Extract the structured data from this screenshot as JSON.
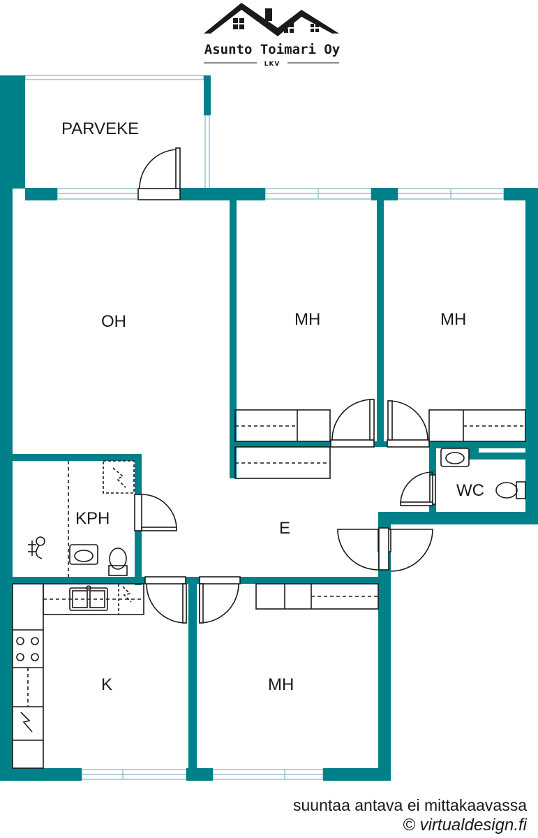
{
  "logo": {
    "name": "Asunto Toimari Oy",
    "sub": "LKV"
  },
  "rooms": {
    "parveke": "PARVEKE",
    "oh": "OH",
    "mh1": "MH",
    "mh2": "MH",
    "mh3": "MH",
    "wc": "WC",
    "kph": "KPH",
    "e": "E",
    "k": "K"
  },
  "footer": {
    "disclaimer": "suuntaa antava ei mittakaavassa",
    "credit": "© virtualdesign.fi"
  },
  "colors": {
    "wall": "#00818a",
    "line": "#1a1a1a",
    "window": "#b9dede"
  }
}
